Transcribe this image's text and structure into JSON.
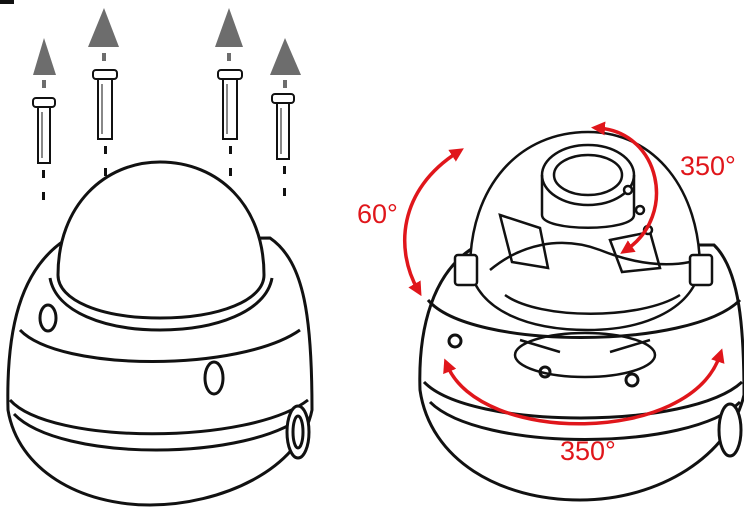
{
  "diagram": {
    "annotations": {
      "tilt": "60°",
      "rotate": "350°",
      "pan": "350°"
    },
    "colors": {
      "annotation": "#e0161b",
      "arrow": "#6d6d6d",
      "line": "#111111"
    },
    "icons": [
      "up-arrow-icon",
      "screw-icon",
      "dome-cover-icon",
      "camera-module-icon",
      "rotation-arrow-icon"
    ]
  }
}
